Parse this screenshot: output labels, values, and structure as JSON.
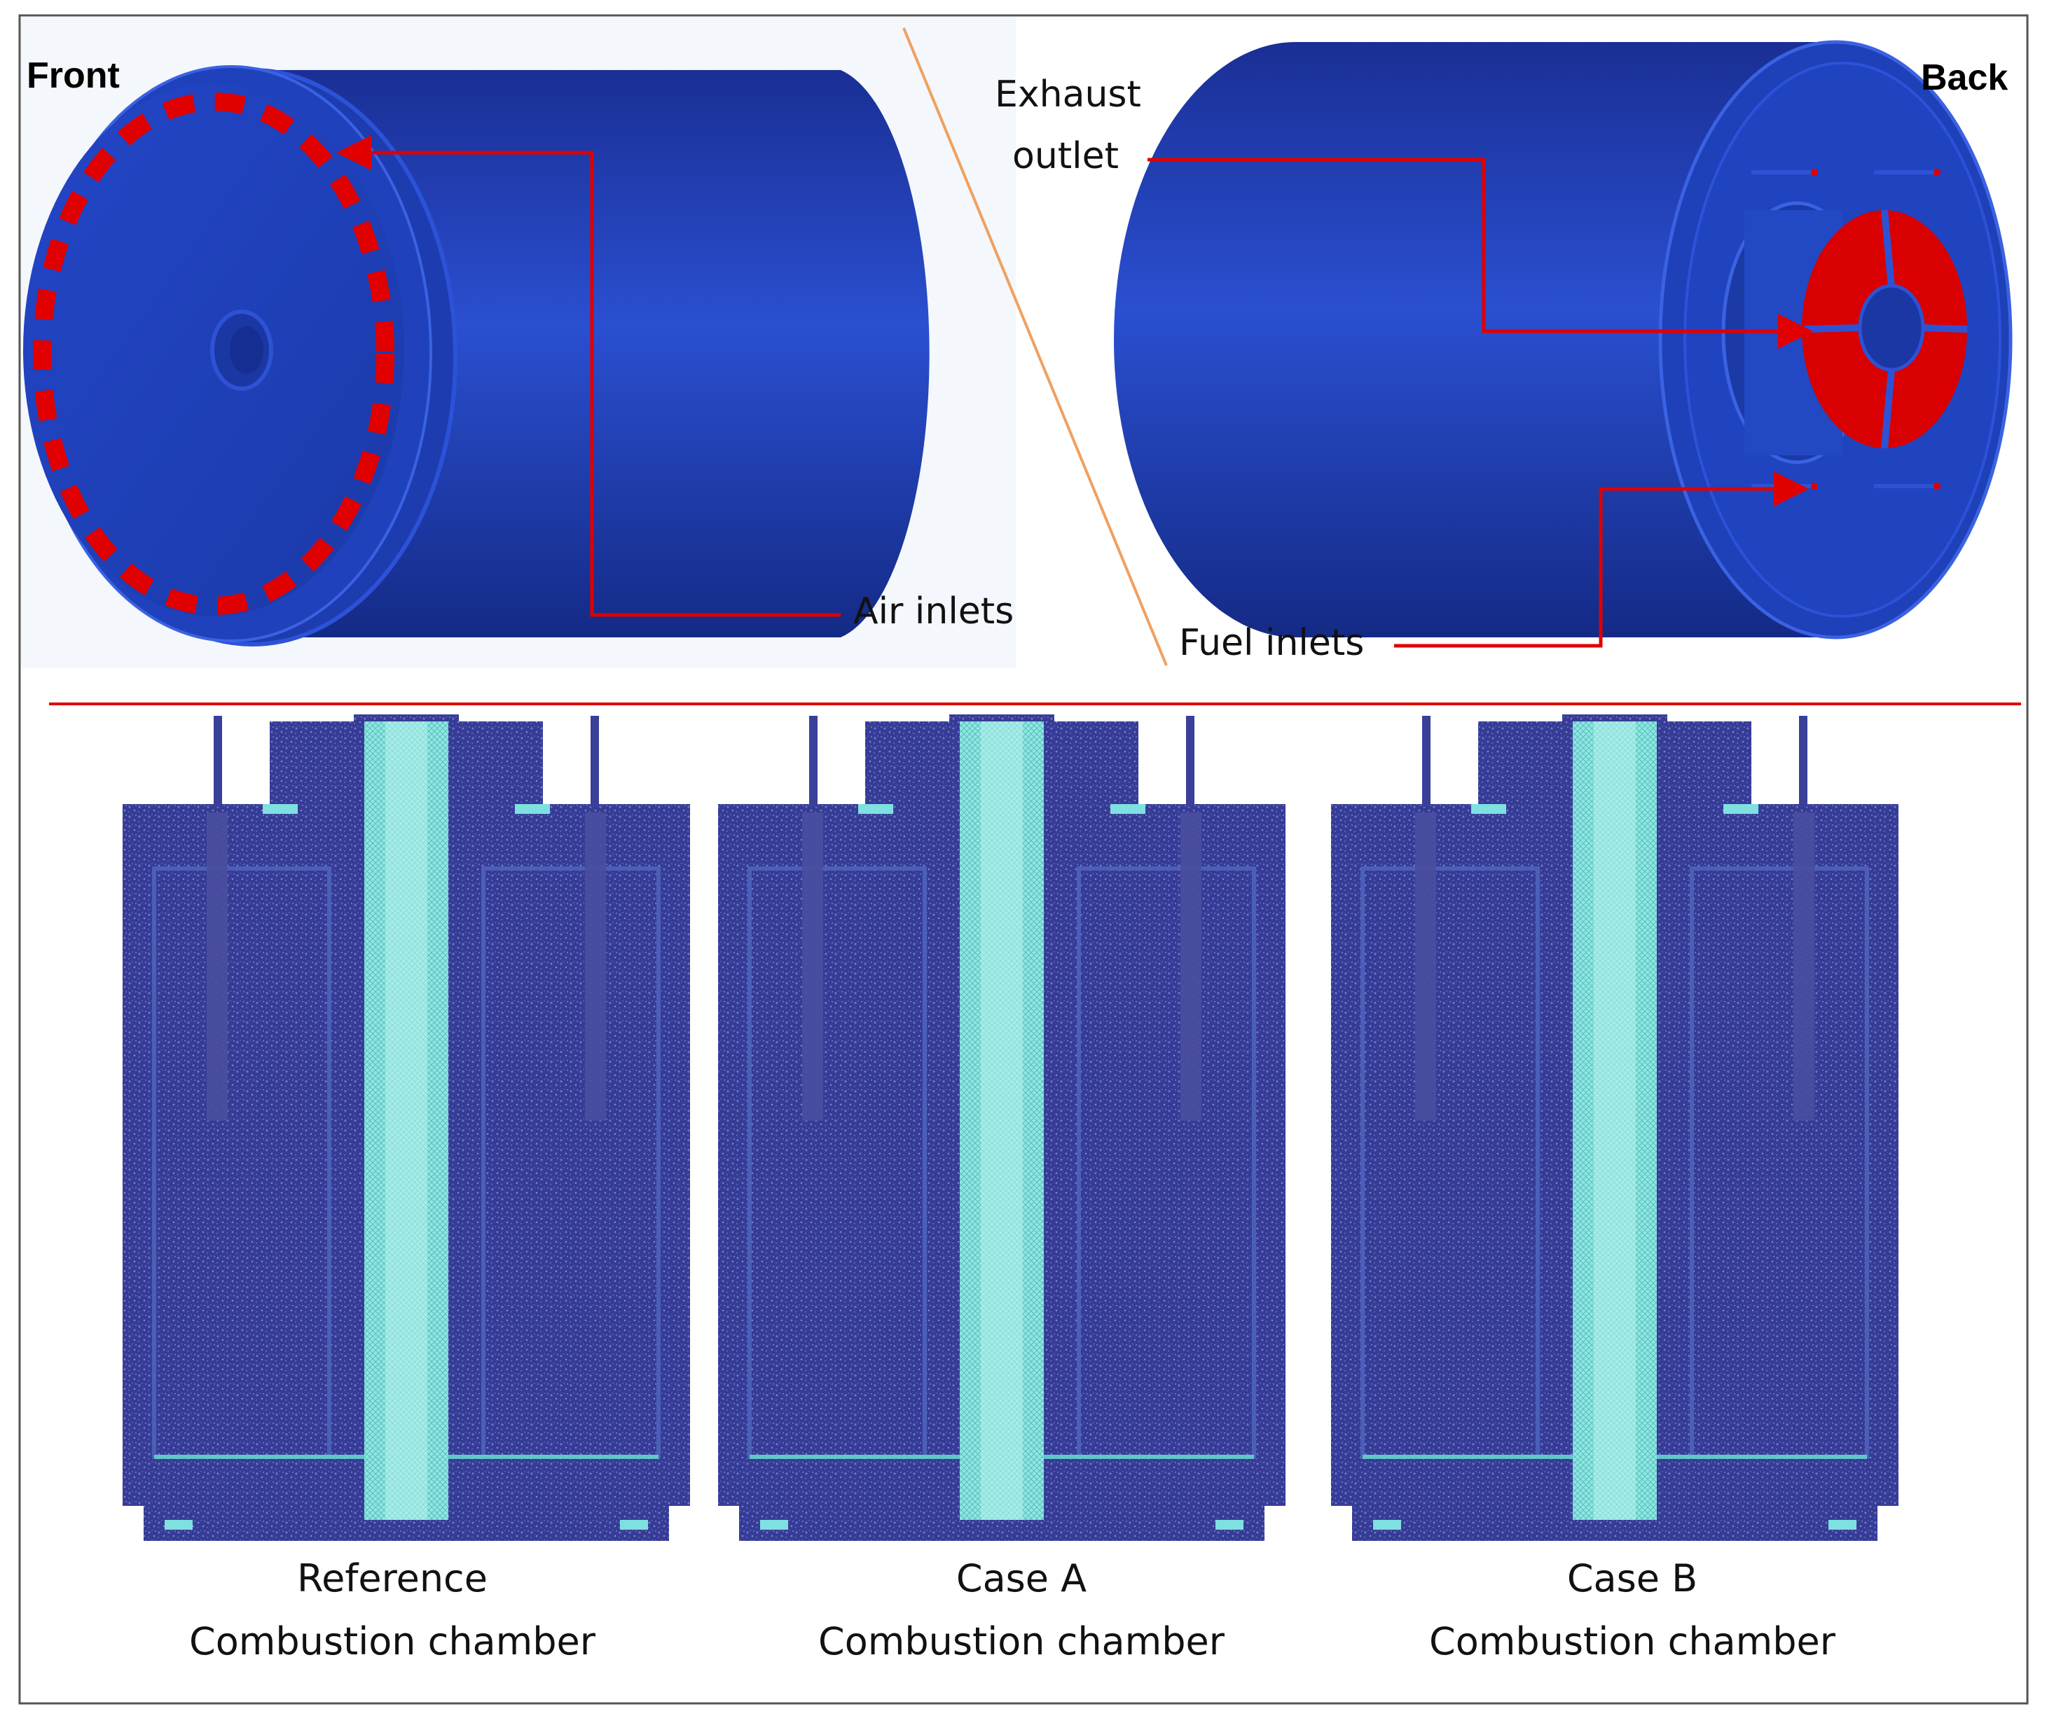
{
  "top": {
    "front_label": "Front",
    "back_label": "Back",
    "air_inlets_label": "Air inlets",
    "exhaust_label_line1": "Exhaust",
    "exhaust_label_line2": "outlet",
    "fuel_inlets_label": "Fuel inlets"
  },
  "meshes": [
    {
      "line1": "Reference",
      "line2": "Combustion chamber"
    },
    {
      "line1": "Case A",
      "line2": "Combustion chamber"
    },
    {
      "line1": "Case B",
      "line2": "Combustion chamber"
    }
  ],
  "colors": {
    "body_blue": "#1e3aa8",
    "highlight_red": "#e00000",
    "mesh_blue": "#3a3f9a",
    "mesh_cyan": "#7fe0e0",
    "divider_orange": "#f0a060",
    "frame": "#555555"
  }
}
